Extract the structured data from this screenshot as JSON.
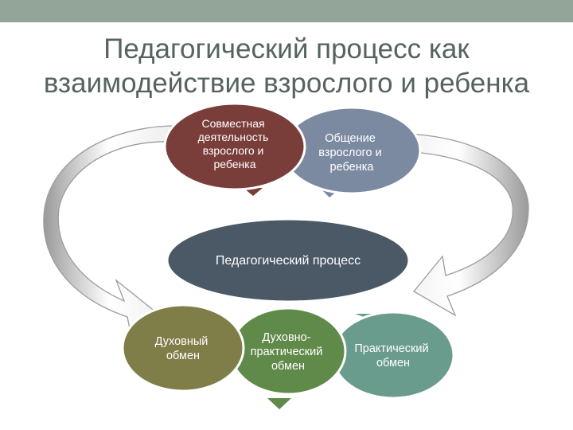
{
  "slide": {
    "title_line1": "Педагогический процесс как",
    "title_line2": "взаимодействие взрослого и ребенка"
  },
  "nodes": {
    "joint_activity": {
      "lines": [
        "Совместная",
        "деятельность",
        "взрослого и",
        "ребенка"
      ],
      "color": "#7a3e3a"
    },
    "communication": {
      "lines": [
        "Общение",
        "взрослого и",
        "ребенка"
      ],
      "color": "#7c8aa1"
    },
    "pedagogical_process": {
      "lines": [
        "Педагогический процесс"
      ],
      "color": "#4b5866"
    },
    "spiritual_exchange": {
      "lines": [
        "Духовный",
        "обмен"
      ],
      "color": "#7f7d48"
    },
    "spiritual_practical_exchange": {
      "lines": [
        "Духовно-",
        "практический",
        "обмен"
      ],
      "color": "#5f8a4a"
    },
    "practical_exchange": {
      "lines": [
        "Практический",
        "обмен"
      ],
      "color": "#6a9c8e"
    }
  },
  "colors": {
    "top_bar": "#93a599",
    "title": "#56645d",
    "arrow_fill": "#ffffff",
    "arrow_shade": "#b8b8b8"
  }
}
